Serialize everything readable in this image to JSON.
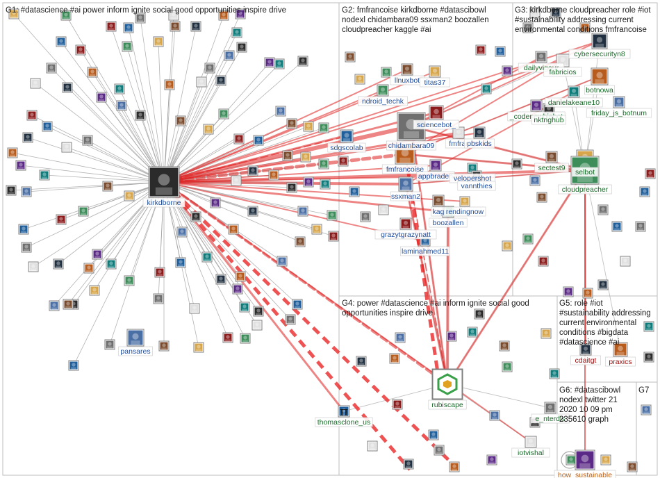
{
  "groups": [
    {
      "id": "G1",
      "title": "G1: #datascience #ai power inform ignite social good opportunities inspire drive"
    },
    {
      "id": "G2",
      "title": "G2: fmfrancoise kirkdborne #datascibowl\nnodexl chidambara09 ssxman2 boozallen\ncloudpreacher kaggle #ai"
    },
    {
      "id": "G3",
      "title": "G3: kirkdborne cloudpreacher role #iot\n#sustainability addressing current\nenvironmental conditions fmfrancoise"
    },
    {
      "id": "G4",
      "title": "G4: power #datascience #ai inform ignite social good\nopportunities inspire drive"
    },
    {
      "id": "G5",
      "title": "G5: role #iot\n#sustainability addressing\ncurrent environmental\nconditions #bigdata\n#datascience #ai"
    },
    {
      "id": "G6",
      "title": "G6: #datascibowl\nnodexl twitter 21\n2020 10 09 pm\n235610 graph"
    },
    {
      "id": "G7",
      "title": "G7"
    }
  ],
  "nodes": [
    {
      "label": "kirkdborne",
      "color": "#1f4e9c"
    },
    {
      "label": "pansares",
      "color": "#1f4e9c"
    },
    {
      "label": "llnuxbot",
      "color": "#1f4e9c"
    },
    {
      "label": "titas37",
      "color": "#1f4e9c"
    },
    {
      "label": "ndroid_techk",
      "color": "#1f4e9c"
    },
    {
      "label": "sciencebot_",
      "color": "#1f4e9c"
    },
    {
      "label": "sdgscolab",
      "color": "#1f4e9c"
    },
    {
      "label": "chidambara09",
      "color": "#1f4e9c"
    },
    {
      "label": "fmfrar",
      "color": "#1f4e9c"
    },
    {
      "label": "pbskids",
      "color": "#1f4e9c"
    },
    {
      "label": "fmfrancoise",
      "color": "#1f4e9c"
    },
    {
      "label": "appbraden",
      "color": "#1f4e9c"
    },
    {
      "label": "velopershot",
      "color": "#1f4e9c"
    },
    {
      "label": "vannthies",
      "color": "#1f4e9c"
    },
    {
      "label": "ssxman2",
      "color": "#1f4e9c"
    },
    {
      "label": "kag",
      "color": "#1f4e9c"
    },
    {
      "label": "rendingnow",
      "color": "#1f4e9c"
    },
    {
      "label": "boozallen",
      "color": "#1f4e9c"
    },
    {
      "label": "grazytgrazynatt",
      "color": "#1f4e9c"
    },
    {
      "label": "laminahmed11",
      "color": "#1f4e9c"
    },
    {
      "label": "dailyvigour",
      "color": "#1a6b2a"
    },
    {
      "label": "fabricios",
      "color": "#1a6b2a"
    },
    {
      "label": "cybersecurityn8",
      "color": "#1a6b2a"
    },
    {
      "label": "botnowa",
      "color": "#1a6b2a"
    },
    {
      "label": "_codenewbiebot",
      "color": "#1a6b2a"
    },
    {
      "label": "danielakeane10",
      "color": "#1a6b2a"
    },
    {
      "label": "nktnghub",
      "color": "#1a6b2a"
    },
    {
      "label": "friday_js_botnum",
      "color": "#1a6b2a"
    },
    {
      "label": "sectest9",
      "color": "#1a6b2a"
    },
    {
      "label": "selbot",
      "color": "#1a6b2a"
    },
    {
      "label": "cloudpreacher",
      "color": "#1a6b2a"
    },
    {
      "label": "rubiscape",
      "color": "#1a6b2a"
    },
    {
      "label": "thomasclone_us",
      "color": "#1a6b2a"
    },
    {
      "label": "e_nterdis",
      "color": "#1a6b2a"
    },
    {
      "label": "iotvishal",
      "color": "#1a6b2a"
    },
    {
      "label": "cdaitgt",
      "color": "#a01010"
    },
    {
      "label": "praxics",
      "color": "#a01010"
    },
    {
      "label": "how_sustainable",
      "color": "#c06010"
    }
  ]
}
